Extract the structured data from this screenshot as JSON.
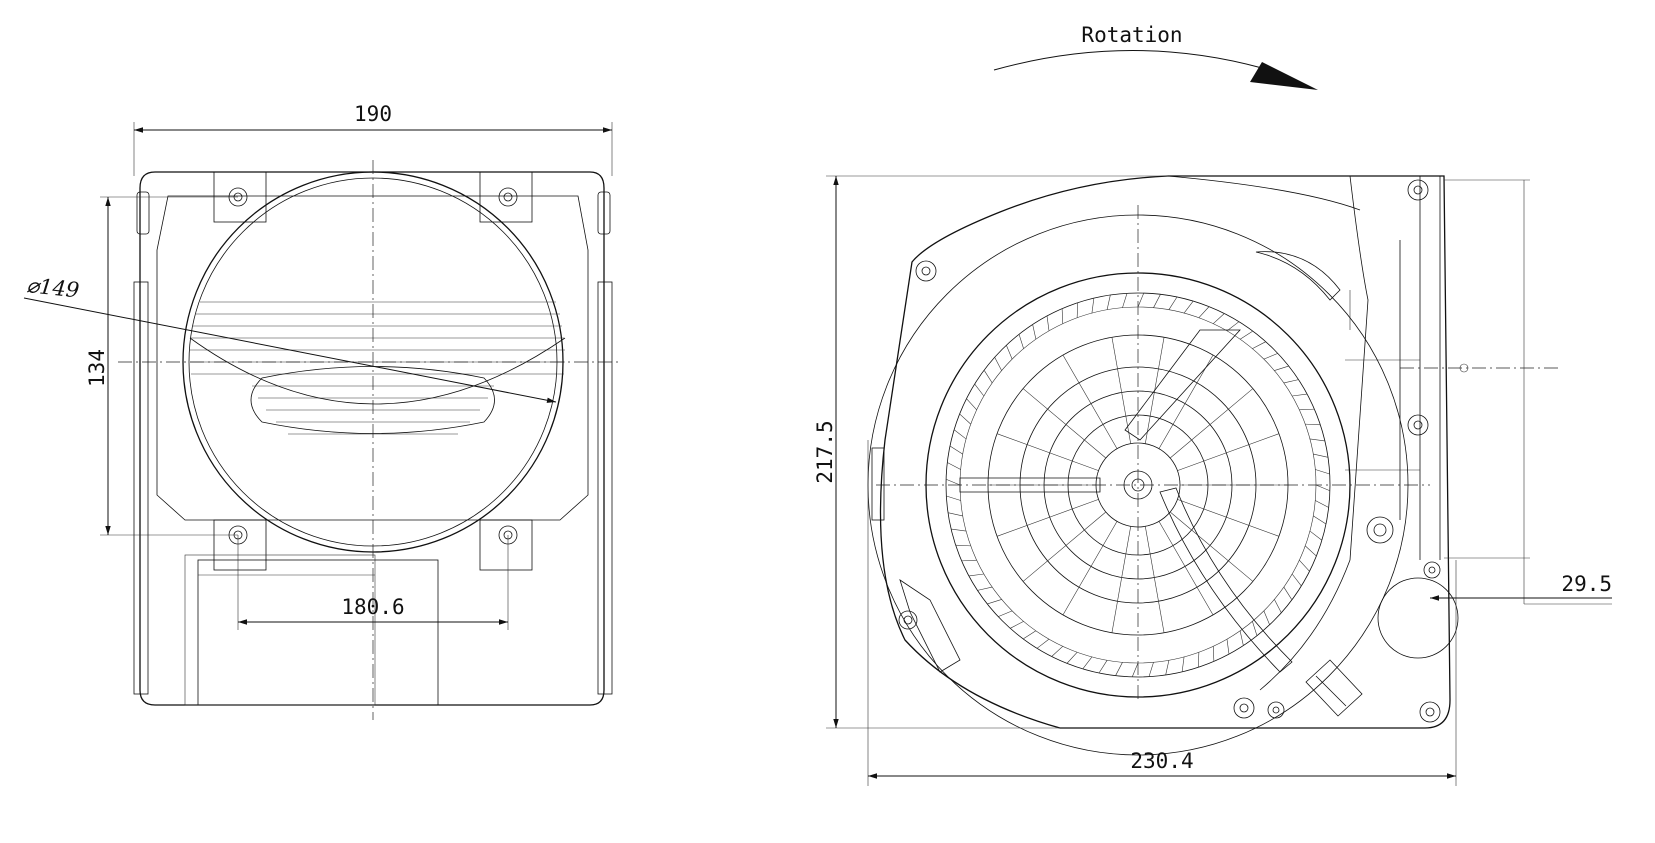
{
  "rotation_label": "Rotation",
  "front_view": {
    "width_dim": "190",
    "height_dim": "134",
    "diameter_dim": "⌀149",
    "hole_spacing_dim": "180.6"
  },
  "side_view": {
    "height_dim": "217.5",
    "width_dim": "230.4",
    "offset_dim": "29.5"
  }
}
